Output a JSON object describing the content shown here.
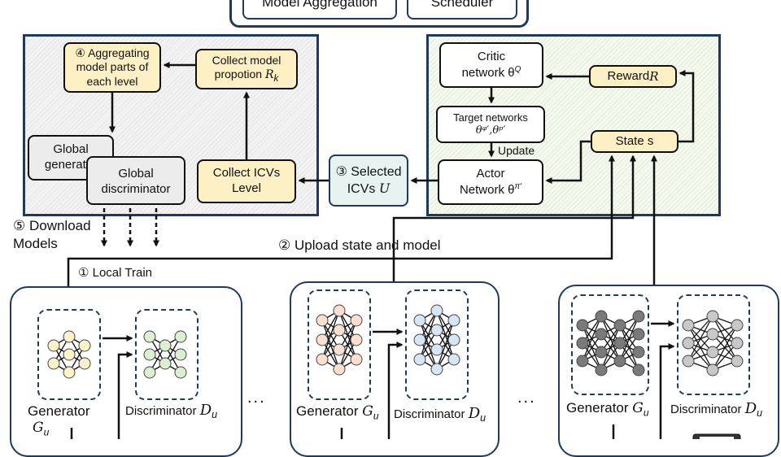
{
  "top": {
    "model_aggregation": "Model Aggregation",
    "scheduler": "Scheduler"
  },
  "aggregation_panel": {
    "aggregating_step": "④ Aggregating model parts of each level",
    "collect_model": "Collect model",
    "proportion_prefix": "propotion ",
    "proportion_symbol": "R",
    "proportion_sub": "k",
    "global_generator": "Global generator",
    "global_discriminator": "Global discriminator",
    "collect_icvs": "Collect ICVs Level"
  },
  "scheduler_panel": {
    "critic_line1": "Critic",
    "critic_line2": "network θ",
    "critic_sup": "Q",
    "reward_prefix": "Reward ",
    "reward_symbol": "R",
    "target_line1": "Target networks",
    "target_line2": "θᵠ′,θᵖ′",
    "update": "Update",
    "state": "State s",
    "actor_line1": "Actor",
    "actor_line2": "Network θ",
    "actor_sup": "π′"
  },
  "flow": {
    "selected_icvs_line1": "③ Selected",
    "selected_icvs_line2": "ICVs ",
    "selected_icvs_symbol": "U",
    "download_line1": "⑤ Download",
    "download_line2": "Models",
    "upload": "② Upload state and model",
    "local_train": "① Local Train"
  },
  "clients": [
    {
      "generator": "Generator",
      "generator_symbol": "G",
      "generator_sub": "u",
      "discriminator": "Discriminator ",
      "discriminator_symbol": "D",
      "discriminator_sub": "u"
    },
    {
      "generator": "Generator ",
      "generator_symbol": "G",
      "generator_sub": "u",
      "discriminator": "Discriminator ",
      "discriminator_symbol": "D",
      "discriminator_sub": "u"
    },
    {
      "generator": "Generator ",
      "generator_symbol": "G",
      "generator_sub": "u",
      "discriminator": "Discriminator ",
      "discriminator_symbol": "D",
      "discriminator_sub": "u"
    }
  ],
  "ellipsis": "...",
  "colors": {
    "client1_generator": "#fdf3c8",
    "client1_discriminator": "#dcefd0",
    "client2_generator": "#fbe0d0",
    "client2_discriminator": "#d6e6f5",
    "client3_generator": "#7a7a7a",
    "client3_discriminator": "#c8c8c8",
    "border": "#1f3a5a",
    "yellow_node": "#fdf0c4"
  }
}
